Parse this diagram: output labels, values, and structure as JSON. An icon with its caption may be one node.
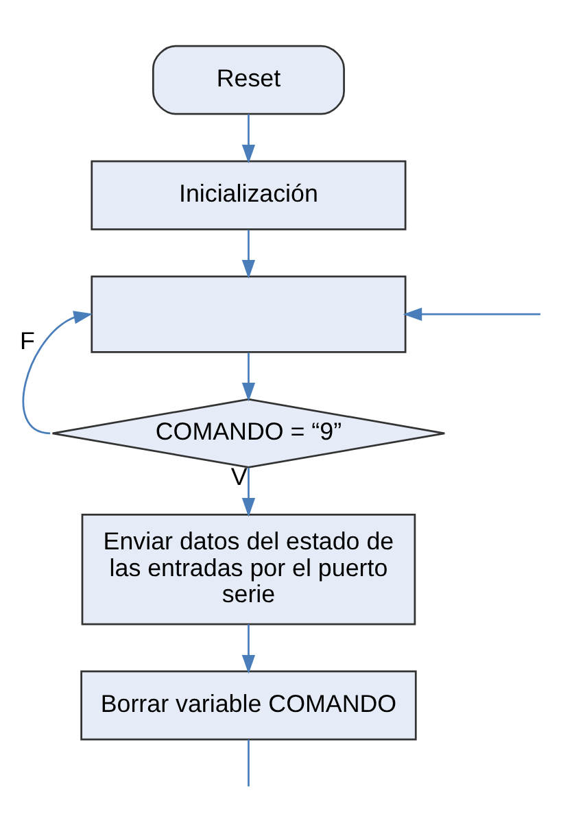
{
  "diagram": {
    "nodes": [
      {
        "text": [
          "Reset"
        ]
      },
      {
        "text": [
          "Inicialización"
        ]
      },
      {
        "text": [],
        "shape": "box"
      },
      {
        "text": [
          "COMANDO = “9”"
        ]
      },
      {
        "text": [
          "Enviar datos del estado de las entradas por el puerto serie"
        ]
      },
      {
        "text": [
          "Borrar variable COMANDO"
        ]
      }
    ],
    "edges": [
      {
        "from": 0,
        "to": 1,
        "arrow": "to"
      },
      {
        "from": 1,
        "to": 2,
        "arrow": "to"
      },
      {
        "from": 2,
        "to": 3,
        "arrow": "to"
      },
      {
        "from": 3,
        "to": 2,
        "arrow": "to",
        "label": "F"
      },
      {
        "from": 3,
        "to": 4,
        "arrow": "to",
        "label": "V"
      },
      {
        "from": 4,
        "to": 5,
        "arrow": "to"
      },
      {
        "from": 5,
        "to": null,
        "arrow": "none"
      },
      {
        "from": null,
        "to": 2,
        "arrow": "to"
      }
    ]
  }
}
